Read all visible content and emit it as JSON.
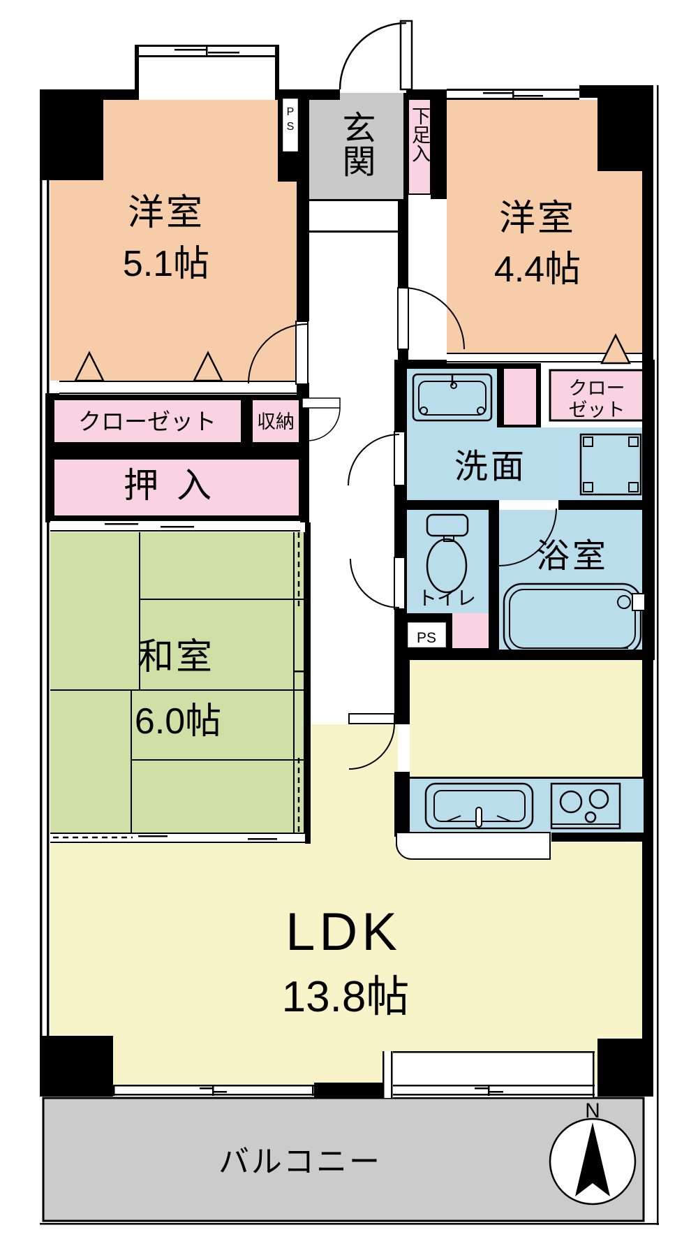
{
  "plan": {
    "rooms": {
      "western1_name": "洋室",
      "western1_size": "5.1帖",
      "western2_name": "洋室",
      "western2_size": "4.4帖",
      "japanese_name": "和室",
      "japanese_size": "6.0帖",
      "ldk_name": "LDK",
      "ldk_size": "13.8帖",
      "entrance": "玄関",
      "shoe_box": "下足入",
      "closet_w1": "クローゼット",
      "storage": "収納",
      "oshiire": "押入",
      "closet_w2_line1": "クロー",
      "closet_w2_line2": "ゼット",
      "washroom": "洗面",
      "toilet": "トイレ",
      "bathroom": "浴室",
      "balcony": "バルコニー",
      "pipe_space_top": "PS",
      "pipe_space_bottom": "PS",
      "compass_north": "N"
    },
    "colors": {
      "western_room": "#F7CCA8",
      "japanese_room": "#CEE0A6",
      "ldk": "#F7F4CA",
      "wet_area": "#BADDEB",
      "closet_pink": "#F9D3E1",
      "entrance_gray": "#C9C9C9",
      "balcony_gray": "#CBCBCB",
      "wall": "#000000"
    }
  }
}
